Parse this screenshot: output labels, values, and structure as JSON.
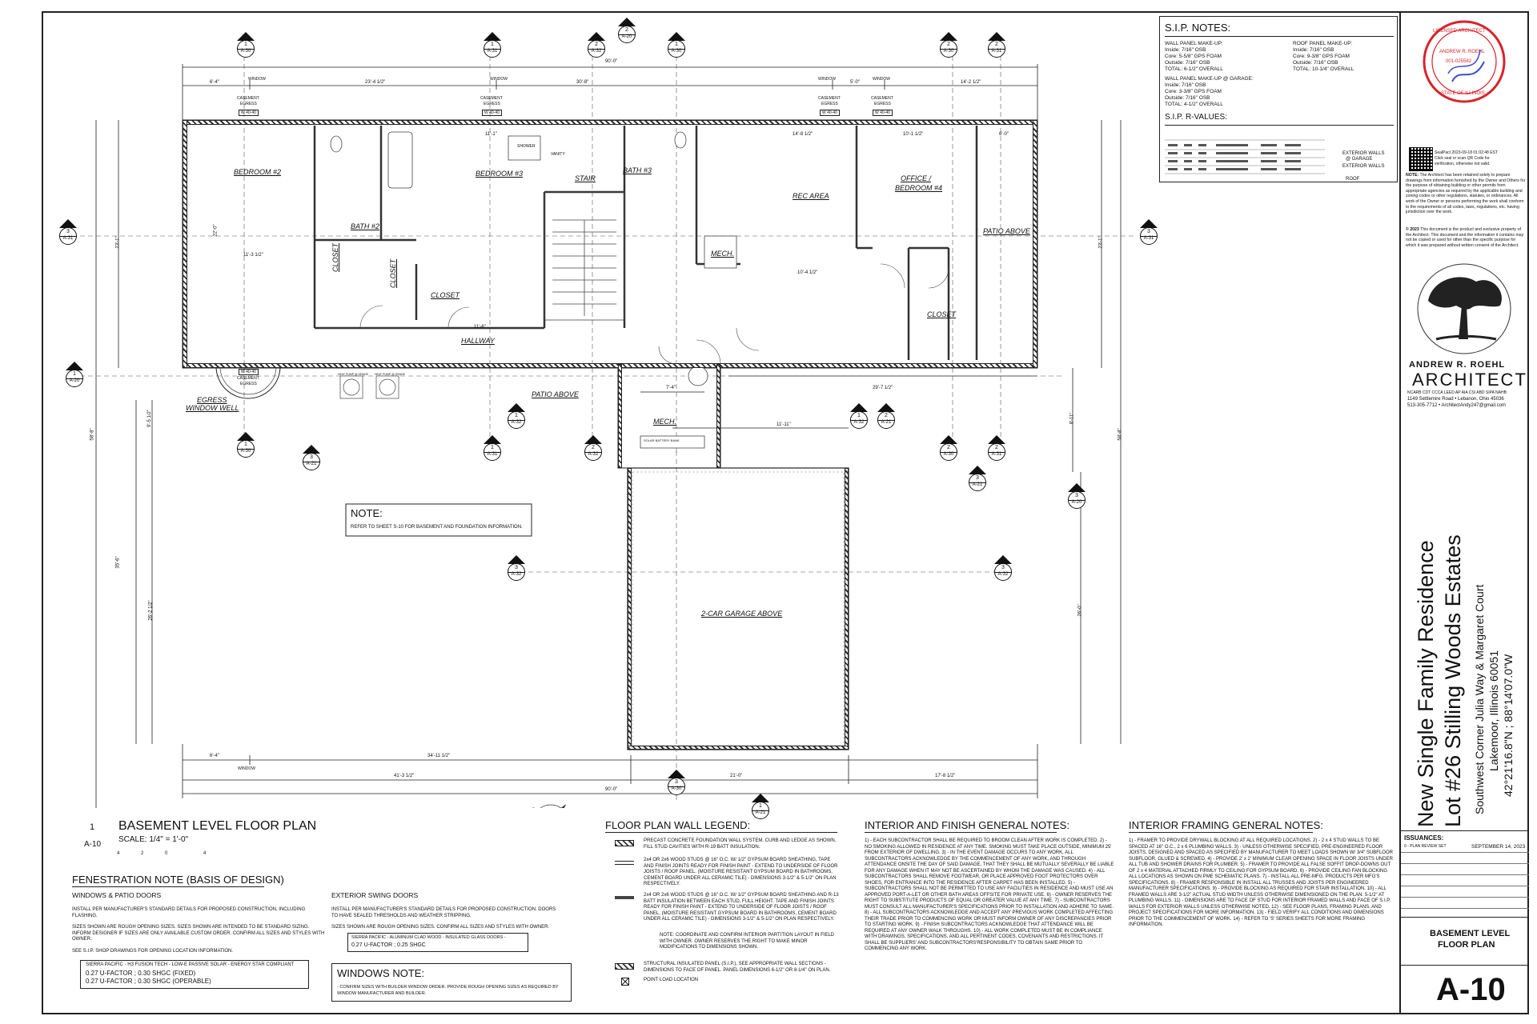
{
  "plan": {
    "title": "BASEMENT LEVEL FLOOR PLAN",
    "scale": "SCALE: 1/4\" = 1'-0\"",
    "drawing_number": "1",
    "drawing_sheet": "A-10",
    "scale_ticks": [
      "4",
      "2",
      "0",
      "4"
    ],
    "rooms": {
      "bedroom2": "BEDROOM #2",
      "bath2": "BATH #2",
      "bedroom3": "BEDROOM #3",
      "bath3": "BATH #3",
      "stair": "STAIR",
      "rec": "REC AREA",
      "office": "OFFICE /",
      "office2": "BEDROOM #4",
      "patio_above_r": "PATIO ABOVE",
      "closet1": "CLOSET",
      "closet2": "CLOSET",
      "closet3": "CLOSET",
      "closet4": "CLOSET",
      "hallway": "HALLWAY",
      "mech1": "MECH.",
      "mech2": "MECH.",
      "patio_above": "PATIO ABOVE",
      "egress": "EGRESS",
      "egress2": "WINDOW WELL",
      "garage": "2-CAR GARAGE ABOVE",
      "shower": "SHOWER",
      "vanity": "VANITY"
    },
    "dims": {
      "top_total": "90'-0\"",
      "top_a": "6'-4\"",
      "top_b": "23'-4 1/2\"",
      "top_c": "30'-8\"",
      "top_d": "5'-0\"",
      "top_e": "14'-2 1/2\"",
      "bot_a": "6'-4\"",
      "bot_b": "34'-11 1/2\"",
      "bot_c": "41'-3 1/2\"",
      "bot_d": "21'-0\"",
      "bot_e": "17'-8 1/2\"",
      "bot_total": "90'-0\"",
      "left_a": "23'-1\"",
      "left_b": "58'-8\"",
      "left_c": "35'-6\"",
      "left_d": "26'-2 1/2\"",
      "left_e": "9'-5 1/2\"",
      "right_a": "23'-1\"",
      "right_b": "58'-8\"",
      "right_c": "26'-0\"",
      "right_d": "8'-11\"",
      "mid_a": "29'-7 1/2\"",
      "mid_b": "11'-11\"",
      "mid_c": "7'-4\"",
      "in_a": "11'-1\"",
      "in_b": "14'-8 1/2\"",
      "in_c": "10'-1 1/2\"",
      "in_d": "11'-3 1/2\"",
      "in_e": "22'-0\"",
      "in_f": "10'-4 1/2\"",
      "in_g": "11'-6\"",
      "in_h": "6'-0\""
    },
    "labels": {
      "window": "WINDOW",
      "casement": "CASEMENT",
      "egress_label": "EGRESS",
      "tag": "W 40-40",
      "heat_pump": "HEAT PUMP @ GRADE",
      "solar": "SOLAR BATTERY BANK"
    },
    "note_title": "NOTE:",
    "note_text": "REFER TO SHEET S-10 FOR BASEMENT AND FOUNDATION INFORMATION."
  },
  "markers": [
    {
      "num": "1",
      "ref": "A-30"
    },
    {
      "num": "1",
      "ref": "A-31"
    },
    {
      "num": "2",
      "ref": "A-32"
    },
    {
      "num": "2",
      "ref": "A-20"
    },
    {
      "num": "1",
      "ref": "A-30"
    },
    {
      "num": "2",
      "ref": "A-30"
    },
    {
      "num": "2",
      "ref": "A-31"
    },
    {
      "num": "3",
      "ref": "A-31"
    },
    {
      "num": "3",
      "ref": "A-31"
    },
    {
      "num": "1",
      "ref": "A-20"
    },
    {
      "num": "1",
      "ref": "A-32"
    },
    {
      "num": "1",
      "ref": "A-32"
    },
    {
      "num": "2",
      "ref": "A-21"
    },
    {
      "num": "1",
      "ref": "A-30"
    },
    {
      "num": "3",
      "ref": "A-21"
    },
    {
      "num": "1",
      "ref": "A-31"
    },
    {
      "num": "2",
      "ref": "A-32"
    },
    {
      "num": "2",
      "ref": "A-30"
    },
    {
      "num": "2",
      "ref": "A-31"
    },
    {
      "num": "3",
      "ref": "A-21"
    },
    {
      "num": "3",
      "ref": "A-20"
    },
    {
      "num": "3",
      "ref": "A-32"
    },
    {
      "num": "3",
      "ref": "A-32"
    },
    {
      "num": "3",
      "ref": "A-30"
    },
    {
      "num": "1",
      "ref": "A-21"
    }
  ],
  "sip": {
    "title": "S.I.P. NOTES:",
    "wall_title": "WALL PANEL MAKE-UP:",
    "wall_lines": [
      "Inside: 7/16\" OSB",
      "Core: 5-5/8\" GPS FOAM",
      "Outside: 7/16\" OSB",
      "TOTAL: 6-1/2\" OVERALL"
    ],
    "roof_title": "ROOF PANEL MAKE-UP:",
    "roof_lines": [
      "Inside: 7/16\" OSB",
      "Core: 9-3/8\" GPS FOAM",
      "Outside: 7/16\" OSB",
      "TOTAL: 10-1/4\" OVERALL"
    ],
    "garage_title": "WALL PANEL MAKE-UP @ GARAGE:",
    "garage_lines": [
      "Inside: 7/16\" OSB",
      "Core: 3-3/8\" GPS FOAM",
      "Outside: 7/16\" OSB",
      "TOTAL: 4-1/2\" OVERALL"
    ],
    "rvalues_title": "S.I.P. R-VALUES:",
    "rvalue_labels": [
      "EXTERIOR WALLS",
      "@ GARAGE",
      "EXTERIOR WALLS",
      "ROOF"
    ]
  },
  "stamp": {
    "line1": "LICENSED ARCHITECT",
    "line2": "ANDREW R. ROEHL",
    "line3": "001-025582",
    "line4": "STATE OF ILLINOIS",
    "color": "#d8232a",
    "seal_caption": "SealPact 2023-09-18 01:02:48 EST",
    "seal_caption2": "Click seal or scan QR Code for",
    "seal_caption3": "verification, otherwise not valid."
  },
  "notes_right": {
    "note_label": "NOTE:",
    "note_body": "The Architect has been retained solely to prepare drawings from information furnished by the Owner and Others for the purpose of obtaining building or other permits from appropriate agencies as required by the applicable building and zoning codes or other regulations, statutes, or ordinances. All work of the Owner or persons performing the work shall conform to the requirements of all codes, laws, regulations, etc. having jurisdiction over the work.",
    "copyright_label": "© 2023",
    "copyright_body": "This document is the product and exclusive property of the Architect. This document and the information it contains may not be copied or used for other than the specific purpose for which it was prepared without written consent of the Architect."
  },
  "firm": {
    "name": "ANDREW R. ROEHL",
    "title": "ARCHITECT",
    "creds": "NCARB CDT CCCA LEED AP AIA CSI ABD SIPA NAHB",
    "address": "1149 Settlemire Road • Lebanon, Ohio 45036",
    "contact": "513-305-7712 • ArchitectAndy247@gmail.com"
  },
  "project": {
    "line1": "New Single Family Residence",
    "line2": "Lot #26 Stilling Woods Estates",
    "line3": "Southwest Corner Julia Way & Margaret Court",
    "line4": "Lakemoor, Illinois 60051",
    "line5": "42°21'16.8\"N ; 88°14'07.0\"W"
  },
  "issuances": {
    "title": "ISSUANCES:",
    "items": [
      {
        "label": "0 - PLAN REVIEW SET",
        "date": "SEPTEMBER 14, 2023"
      }
    ]
  },
  "sheet": {
    "name1": "BASEMENT LEVEL",
    "name2": "FLOOR PLAN",
    "number": "A-10"
  },
  "fenestration": {
    "title": "FENESTRATION NOTE (BASIS OF DESIGN)",
    "windows_title": "WINDOWS & PATIO DOORS",
    "windows_p1": "INSTALL PER MANUFACTURER'S STANDARD DETAILS FOR PROPOSED CONSTRUCTION, INCLUDING FLASHING.",
    "windows_p2": "SIZES SHOWN ARE ROUGH OPENING SIZES. SIZES SHOWN ARE INTENDED TO BE STANDARD SIZING. INFORM DESIGNER IF SIZES ARE ONLY AVAILABLE CUSTOM ORDER. CONFIRM ALL SIZES AND STYLES WITH OWNER.",
    "windows_p3": "SEE S.I.P. SHOP DRAWINGS FOR OPENING LOCATION INFORMATION.",
    "spec1": "SIERRA PACIFIC - H3 FUSION TECH - LOW-E PASSIVE SOLAR - ENERGY STAR COMPLIANT",
    "spec2": "0.27 U-FACTOR ; 0.30 SHGC (FIXED)",
    "spec3": "0.27 U-FACTOR ; 0.30 SHGC (OPERABLE)",
    "doors_title": "EXTERIOR SWING DOORS",
    "doors_p1": "INSTALL PER MANUFACTURER'S STANDARD DETAILS FOR PROPOSED CONSTRUCTION. DOORS TO HAVE SEALED THRESHOLDS AND WEATHER STRIPPING.",
    "doors_p2": "SIZES SHOWN ARE ROUGH OPENING SIZES. CONFIRM ALL SIZES AND STYLES WITH OWNER.",
    "door_spec1": "SIERRA PACIFIC - ALUMINUM CLAD WOOD - INSULATED GLASS DOORS -",
    "door_spec2": "0.27 U-FACTOR ; 0.25 SHGC",
    "win_note_title": "WINDOWS NOTE:",
    "win_note_body": "- CONFIRM SIZES WITH BUILDER WINDOW ORDER. PROVIDE ROUGH OPENING SIZES AS REQUIRED BY WINDOW MANUFACTURER AND BUILDER."
  },
  "legend": {
    "title": "FLOOR PLAN WALL LEGEND:",
    "items": [
      "PRECAST CONCRETE FOUNDATION WALL SYSTEM. CURB AND LEDGE AS SHOWN. FILL STUD CAVITIES WITH R-19 BATT INSULATION.",
      "2x4 OR 2x6 WOOD STUDS @ 16\" O.C. W/ 1/2\" GYPSUM BOARD SHEATHING, TAPE AND FINISH JOINTS READY FOR FINISH PAINT - EXTEND TO UNDERSIDE OF FLOOR JOISTS / ROOF PANEL. (MOISTURE RESISTANT GYPSUM BOARD IN BATHROOMS, CEMENT BOARD UNDER ALL CERAMIC TILE) - DIMENSIONS 3-1/2\" & 5-1/2\" ON PLAN RESPECTIVELY.",
      "2x4 OR 2x6 WOOD STUDS @ 16\" O.C. W/ 1/2\" GYPSUM BOARD SHEATHING AND R-13 BATT INSULATION BETWEEN EACH STUD, FULL HEIGHT. TAPE AND FINISH JOINTS READY FOR FINISH PAINT - EXTEND TO UNDERSIDE OF FLOOR JOISTS / ROOF PANEL. (MOISTURE RESISTANT GYPSUM BOARD IN BATHROOMS, CEMENT BOARD UNDER ALL CERAMIC TILE) - DIMENSIONS 3-1/2\" & 5-1/2\" ON PLAN RESPECTIVELY.",
      "NOTE: COORDINATE AND CONFIRM INTERIOR PARTITION LAYOUT IN FIELD WITH OWNER. OWNER RESERVES THE RIGHT TO MAKE MINOR MODIFICATIONS TO DIMENSIONS SHOWN.",
      "STRUCTURAL INSULATED PANEL (S.I.P.), SEE APPROPRIATE WALL SECTIONS - DIMENSIONS TO FACE OF PANEL. PANEL DIMENSIONS 6-1/2\" OR 8-1/4\" ON PLAN.",
      "POINT LOAD LOCATION"
    ]
  },
  "interior_notes": {
    "title": "INTERIOR AND FINISH GENERAL NOTES:",
    "body": "1) - EACH SUBCONTRACTOR SHALL BE REQUIRED TO BROOM CLEAN AFTER WORK IS COMPLETED. 2) - NO SMOKING ALLOWED IN RESIDENCE AT ANY TIME. SMOKING MUST TAKE PLACE OUTSIDE, MINIMUM 25' FROM EXTERIOR OF DWELLING. 3) - IN THE EVENT DAMAGE OCCURS TO ANY WORK, ALL SUBCONTRACTORS ACKNOWLEDGE BY THE COMMENCEMENT OF ANY WORK, AND THROUGH ATTENDANCE ONSITE THE DAY OF SAID DAMAGE, THAT THEY SHALL BE MUTUALLY SEVERALLY BE LIABLE FOR ANY DAMAGE WHEN IT MAY NOT BE ASCERTAINED BY WHOM THE DAMAGE WAS CAUSED. 4) - ALL SUBCONTRACTORS SHALL REMOVE FOOTWEAR, OR PLACE APPROVED FOOT PROTECTORS OVER SHOES, FOR ENTRANCE INTO THE RESIDENCE AFTER CARPET HAS BEEN INSTALLED. 5) - SUBCONTRACTORS SHALL NOT BE PERMITTED TO USE ANY FACILITIES IN RESIDENCE AND MUST USE AN APPROVED PORT-A-LET OR OTHER BATH AREAS OFFSITE FOR PRIVATE USE. 6) - OWNER RESERVES THE RIGHT TO SUBSTITUTE PRODUCTS OF EQUAL OR GREATER VALUE AT ANY TIME. 7) - SUBCONTRACTORS MUST CONSULT ALL MANUFACTURER'S SPECIFICATIONS PRIOR TO INSTALLATION AND ADHERE TO SAME. 8) - ALL SUBCONTRACTORS ACKNOWLEDGE AND ACCEPT ANY PREVIOUS WORK COMPLETED AFFECTING THEIR TRADE PRIOR TO COMMENCING WORK OR MUST INFORM OWNER OF ANY DISCREPANCIES PRIOR TO STARTING WORK. 9) - FINISH SUBCONTRACTORS ACKNOWLEDGE THAT ATTENDANCE WILL BE REQUIRED AT ANY OWNER WALK THROUGHS. 10) - ALL WORK COMPLETED MUST BE IN COMPLIANCE WITH DRAWINGS, SPECIFICATIONS, AND ALL PERTINENT CODES, COVENANTS AND RESTRICTIONS. IT SHALL BE SUPPLIERS' AND SUBCONTRACTORS'RESPONSIBILITY TO OBTAIN SAME PRIOR TO COMMENCING ANY WORK."
  },
  "framing_notes": {
    "title": "INTERIOR FRAMING GENERAL NOTES:",
    "body": "1) - FRAMER TO PROVIDE DRYWALL BLOCKING AT ALL REQUIRED LOCATIONS. 2) - 2 x 4 STUD WALLS TO BE SPACED AT 16\" O.C., 2 x 6 PLUMBING WALLS. 3) - UNLESS OTHERWISE SPECIFIED, PRE-ENGINEERED FLOOR JOISTS, DESIGNED AND SPACED AS SPECIFIED BY MANUFACTURER TO MEET LOADS SHOWN W/ 3/4\" SUBFLOOR SUBFLOOR, GLUED & SCREWED. 4) - PROVIDE 2' x 2' MINIMUM CLEAR OPENING SPACE IN FLOOR JOISTS UNDER ALL TUB AND SHOWER DRAINS FOR PLUMBER. 5) - FRAMER TO PROVIDE ALL FALSE SOFFIT DROP-DOWNS OUT OF 2 x 4 MATERIAL ATTACHED FIRMLY TO CEILING FOR GYPSUM BOARD. 6) - PROVIDE CEILING FAN BLOCKING ALL LOCATIONS AS SHOWN ON PME SCHEMATIC PLANS. 7) - INSTALL ALL PRE-MFG. PRODUCTS PER MFG'S SPECIFICATIONS. 8) - FRAMER RESPONSIBLE IN INSTALL ALL TRUSSES AND JOISTS PER ENGINEERED MANUFACTURER SPECIFICATIONS. 9) - PROVIDE BLOCKING AS REQUIRED FOR STAIR INSTALLATION. 10) - ALL FRAMED WALLS ARE 3-1/2\" ACTUAL STUD WIDTH UNLESS OTHERWISE DIMENSIONED ON THE PLAN: 5-1/2\" AT PLUMBING WALLS. 11) - DIMENSIONS ARE TO FACE OF STUD FOR INTERIOR FRAMED WALLS AND FACE OF S.I.P. WALLS FOR EXTERIOR WALLS UNLESS OTHERWISE NOTED. 12) - SEE FLOOR PLANS, FRAMING PLANS, AND PROJECT SPECIFICATIONS FOR MORE INFORMATION. 13) - FIELD VERIFY ALL CONDITIONS AND DIMENSIONS PRIOR TO THE COMMENCEMENT OF WORK. 14) - REFER TO 'S' SERIES SHEETS FOR MORE FRAMING INFORMATION."
  }
}
